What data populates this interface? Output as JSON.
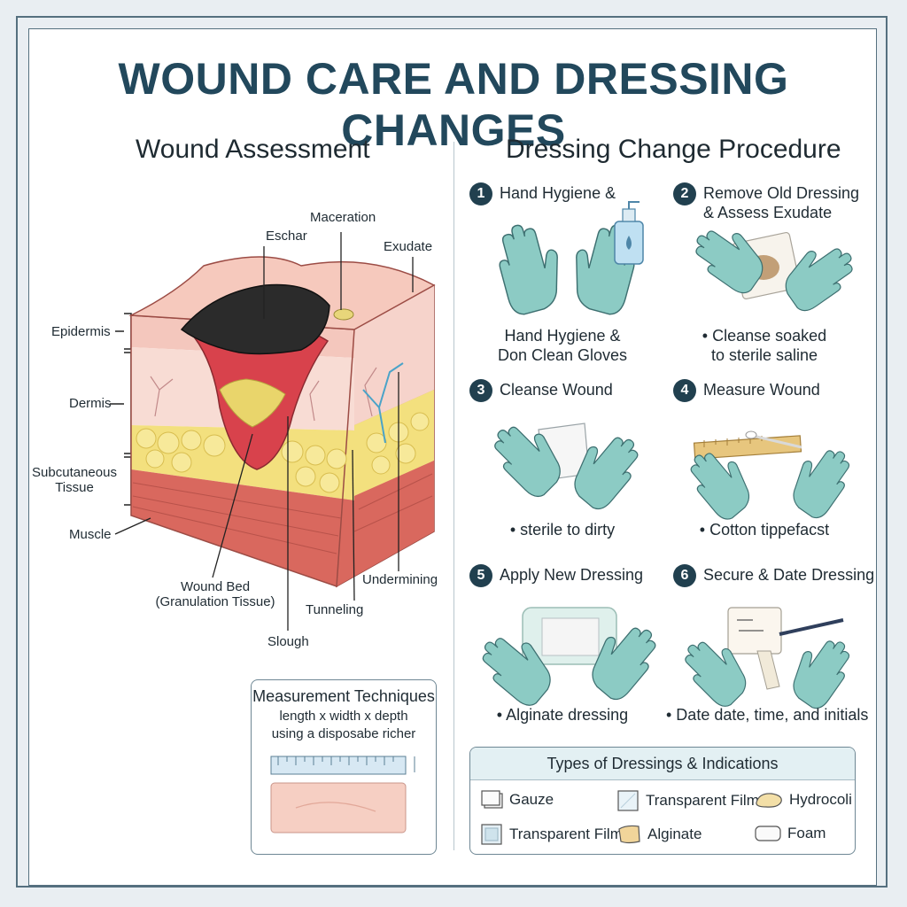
{
  "title": "WOUND CARE AND DRESSING CHANGES",
  "left": {
    "heading": "Wound Assessment",
    "labels": {
      "maceration": "Maceration",
      "eschar": "Eschar",
      "exudate": "Exudate",
      "epidermis": "Epidermis",
      "dermis": "Dermis",
      "subcutaneous_1": "Subcutaneous",
      "subcutaneous_2": "Tissue",
      "muscle": "Muscle",
      "wound_bed_1": "Wound Bed",
      "wound_bed_2": "(Granulation Tissue)",
      "slough": "Slough",
      "tunneling": "Tunneling",
      "undermining": "Undermining"
    },
    "measurement": {
      "title": "Measurement Techniques",
      "line1": "length x width x depth",
      "line2": "using a disposabe richer"
    }
  },
  "right": {
    "heading": "Dressing Change Procedure",
    "steps": [
      {
        "num": "1",
        "title": "Hand Hygiene &",
        "title2": "",
        "caption1": "Hand Hygiene &",
        "caption2": "Don Clean Gloves"
      },
      {
        "num": "2",
        "title": "Remove Old Dressing",
        "title2": "& Assess Exudate",
        "caption1": "• Cleanse soaked",
        "caption2": "to sterile saline"
      },
      {
        "num": "3",
        "title": "Cleanse Wound",
        "title2": "",
        "caption1": "• sterile to dirty",
        "caption2": ""
      },
      {
        "num": "4",
        "title": "Measure Wound",
        "title2": "",
        "caption1": "• Cotton tippefacst",
        "caption2": ""
      },
      {
        "num": "5",
        "title": "Apply New Dressing",
        "title2": "",
        "caption1": "• Alginate dressing",
        "caption2": ""
      },
      {
        "num": "6",
        "title": "Secure & Date Dressing",
        "title2": "",
        "caption1": "• Date date, time, and initials",
        "caption2": ""
      }
    ],
    "types": {
      "title": "Types of Dressings & Indications",
      "items": [
        "Gauze",
        "Transparent Film",
        "Hydrocoli",
        "Transparent Film",
        "Alginate",
        "Foam"
      ]
    }
  },
  "colors": {
    "title": "#22485c",
    "glove": "#8ccbc4",
    "glove_stroke": "#3d6f70",
    "skin": "#f3c2b6",
    "eschar": "#2b2b2b",
    "fat": "#f3e07e",
    "muscle": "#d9685e"
  }
}
